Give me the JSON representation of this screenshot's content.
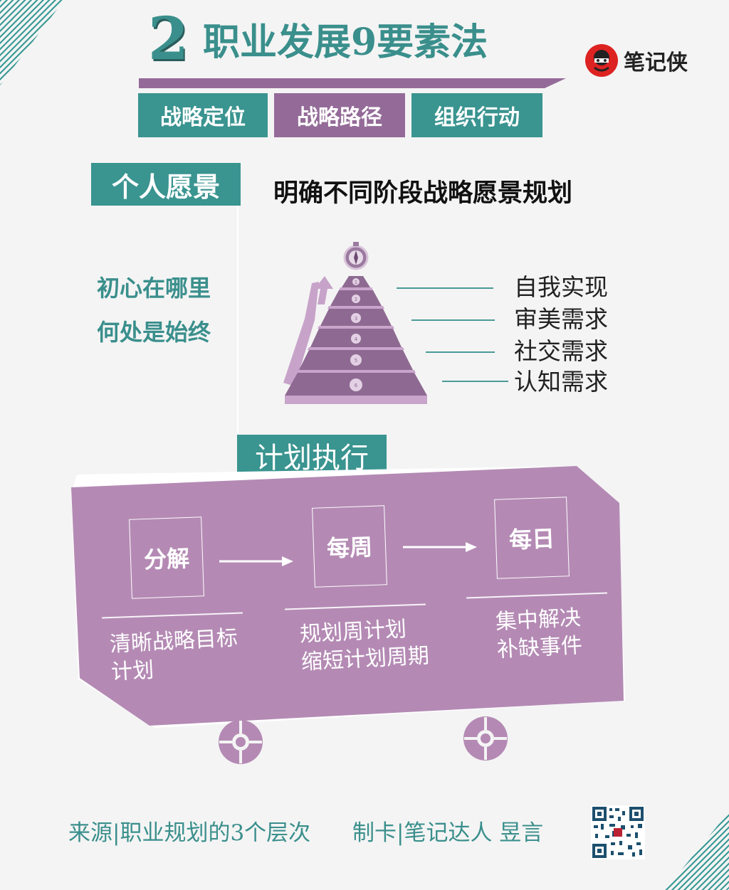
{
  "title": {
    "number": "2",
    "text": "职业发展9要素法"
  },
  "brand": {
    "logo_icon": "ninja-face-icon",
    "name": "笔记侠"
  },
  "tabs": [
    "战略定位",
    "战略路径",
    "组织行动"
  ],
  "vision": {
    "tag": "个人愿景",
    "description": "明确不同阶段战略愿景规划",
    "questions": [
      "初心在哪里",
      "何处是始终"
    ],
    "pyramid_numbers": [
      "1",
      "2",
      "3",
      "4",
      "5",
      "6"
    ],
    "levels": [
      "自我实现",
      "审美需求",
      "社交需求",
      "认知需求"
    ]
  },
  "plan": {
    "tag": "计划执行",
    "steps": [
      {
        "label": "分解",
        "description": [
          "清晰战略目标",
          "计划"
        ]
      },
      {
        "label": "每周",
        "description": [
          "规划周计划",
          "缩短计划周期"
        ]
      },
      {
        "label": "每日",
        "description": [
          "集中解决",
          "补缺事件"
        ]
      }
    ]
  },
  "footer": {
    "source": "来源|职业规划的3个层次",
    "maker": "制卡|笔记达人  昱言",
    "qr_icon": "qr-code-icon"
  },
  "colors": {
    "teal": "#3a9490",
    "purple": "#946b98",
    "panel": "#b48ab4"
  }
}
